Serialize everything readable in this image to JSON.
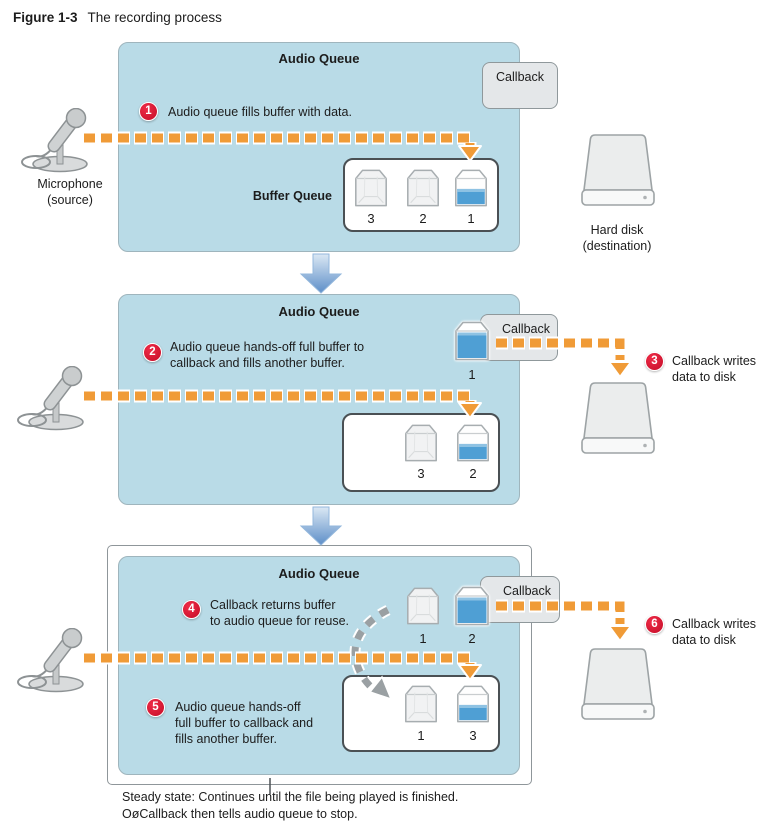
{
  "figure": {
    "label": "Figure 1-3",
    "title": "The recording process"
  },
  "source": {
    "line1": "Microphone",
    "line2": "(source)"
  },
  "destination": {
    "line1": "Hard disk",
    "line2": "(destination)"
  },
  "caption": {
    "line1": "Steady state: Continues until the file being played is finished.",
    "line2": "OøCallback then tells audio queue to stop."
  },
  "panel1": {
    "title": "Audio Queue",
    "callback": "Callback",
    "step1_num": "1",
    "step1_text": "Audio queue fills buffer with data.",
    "buffer_queue_label": "Buffer Queue",
    "buffers": [
      {
        "num": "3"
      },
      {
        "num": "2"
      },
      {
        "num": "1"
      }
    ]
  },
  "panel2": {
    "title": "Audio Queue",
    "callback": "Callback",
    "step2_num": "2",
    "step2_line1": "Audio queue hands-off full buffer to",
    "step2_line2": "callback and fills another buffer.",
    "step3_num": "3",
    "step3_line1": "Callback writes",
    "step3_line2": "data to disk",
    "handed_buffer_num": "1",
    "buffers": [
      {
        "num": "3"
      },
      {
        "num": "2"
      }
    ]
  },
  "panel3": {
    "title": "Audio Queue",
    "callback": "Callback",
    "step4_num": "4",
    "step4_line1": "Callback returns buffer",
    "step4_line2": "to audio queue for reuse.",
    "step5_num": "5",
    "step5_line1": "Audio queue hands-off",
    "step5_line2": "full buffer to callback and",
    "step5_line3": "fills another buffer.",
    "step6_num": "6",
    "step6_line1": "Callback writes",
    "step6_line2": "data to disk",
    "top_buffers": [
      {
        "num": "1"
      },
      {
        "num": "2"
      }
    ],
    "buffers": [
      {
        "num": "1"
      },
      {
        "num": "3"
      }
    ]
  },
  "colors": {
    "panel_blue": "#b9dbe7",
    "accent_orange": "#f09b37",
    "badge_red": "#d3132f",
    "buffer_fill_blue": "#4f9fd4"
  }
}
